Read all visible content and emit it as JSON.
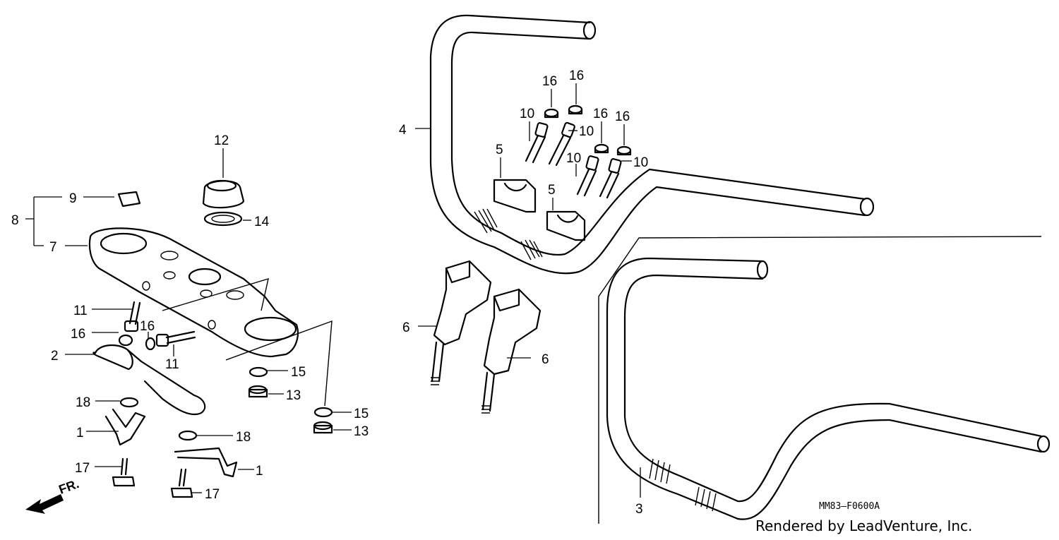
{
  "drawing_code": "MM83—F0600A",
  "credit": "Rendered by LeadVenture, Inc.",
  "front_marker": "FR.",
  "callouts": {
    "n1a": "1",
    "n1b": "1",
    "n2": "2",
    "n3": "3",
    "n4": "4",
    "n5a": "5",
    "n5b": "5",
    "n6a": "6",
    "n6b": "6",
    "n7": "7",
    "n8": "8",
    "n9": "9",
    "n10a": "10",
    "n10b": "10",
    "n10c": "10",
    "n10d": "10",
    "n11a": "11",
    "n11b": "11",
    "n12": "12",
    "n13a": "13",
    "n13b": "13",
    "n14": "14",
    "n15a": "15",
    "n15b": "15",
    "n16a": "16",
    "n16b": "16",
    "n16c": "16",
    "n16d": "16",
    "n16e": "16",
    "n16f": "16",
    "n17a": "17",
    "n17b": "17",
    "n18a": "18",
    "n18b": "18"
  }
}
